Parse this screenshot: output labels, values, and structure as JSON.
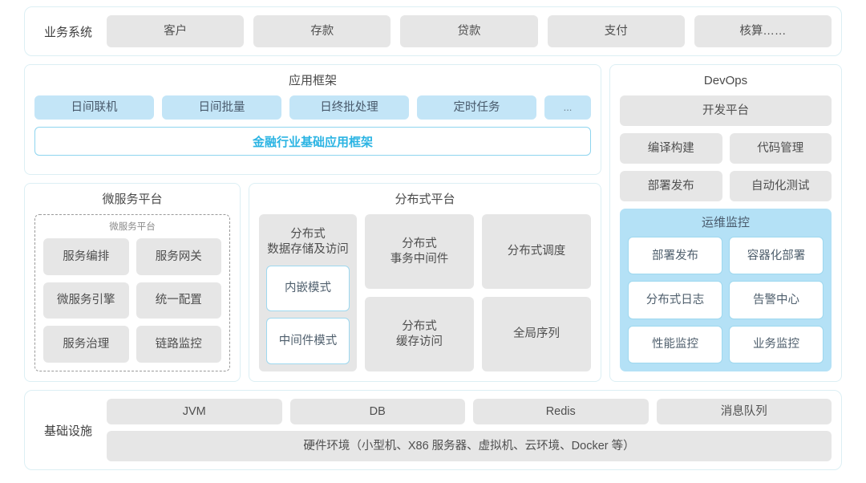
{
  "business_row": {
    "label": "业务系统",
    "items": [
      "客户",
      "存款",
      "贷款",
      "支付",
      "核算……"
    ]
  },
  "app_framework": {
    "title": "应用框架",
    "items": [
      "日间联机",
      "日间批量",
      "日终批处理",
      "定时任务"
    ],
    "ellipsis": "...",
    "framework_bar": "金融行业基础应用框架"
  },
  "microservice": {
    "title": "微服务平台",
    "inner_title": "微服务平台",
    "items": [
      "服务编排",
      "服务网关",
      "微服务引擎",
      "统一配置",
      "服务治理",
      "链路监控"
    ]
  },
  "distributed": {
    "title": "分布式平台",
    "storage": {
      "title": "分布式\n数据存储及访问",
      "title_line1": "分布式",
      "title_line2": "数据存储及访问",
      "modes": [
        "内嵌模式",
        "中间件模式"
      ]
    },
    "cells": [
      {
        "line1": "分布式",
        "line2": "事务中间件"
      },
      {
        "line1": "分布式调度",
        "line2": ""
      },
      {
        "line1": "分布式",
        "line2": "缓存访问"
      },
      {
        "line1": "全局序列",
        "line2": ""
      }
    ]
  },
  "devops": {
    "title": "DevOps",
    "platform": "开发平台",
    "pair1": [
      "编译构建",
      "代码管理"
    ],
    "pair2": [
      "部署发布",
      "自动化测试"
    ],
    "ops": {
      "title": "运维监控",
      "items": [
        "部署发布",
        "容器化部署",
        "分布式日志",
        "告警中心",
        "性能监控",
        "业务监控"
      ]
    }
  },
  "infrastructure": {
    "label": "基础设施",
    "items": [
      "JVM",
      "DB",
      "Redis",
      "消息队列"
    ],
    "hardware": "硬件环境（小型机、X86 服务器、虚拟机、云环境、Docker 等）"
  },
  "colors": {
    "accent": "#2bb4e3",
    "chip_gray": "#e6e6e6",
    "chip_blue": "#c3e5f7",
    "ops_bg": "#b4e1f6",
    "border": "#dceff4"
  }
}
